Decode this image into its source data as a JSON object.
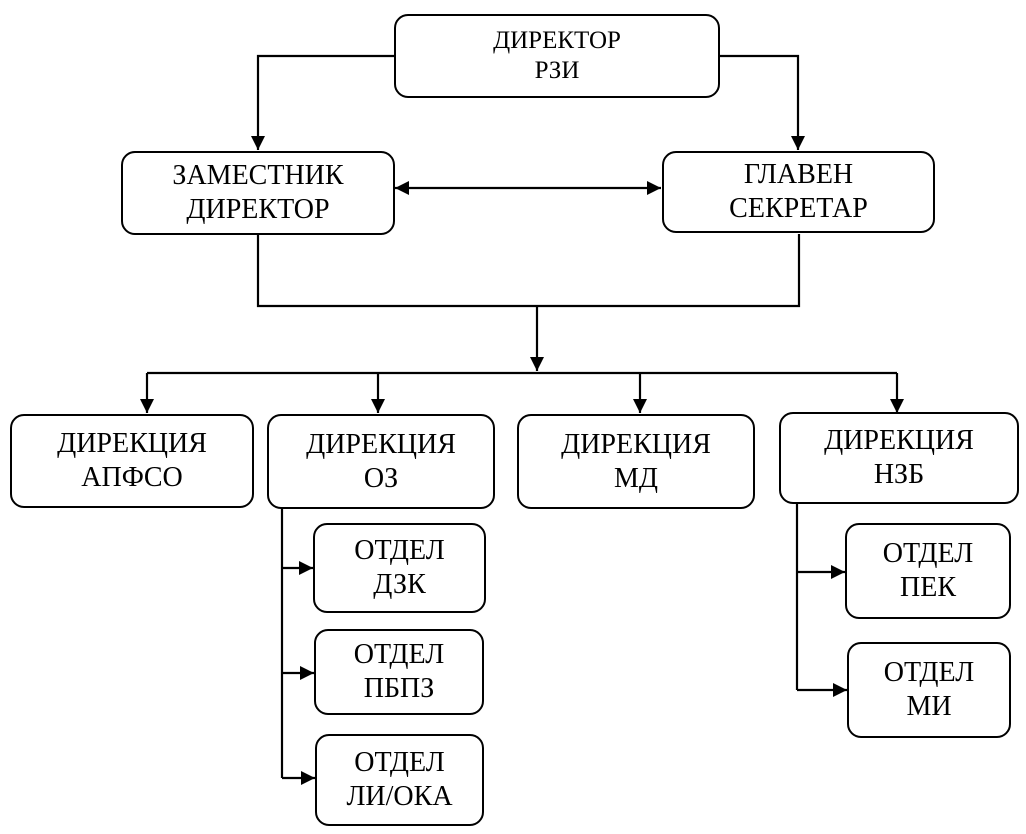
{
  "diagram": {
    "type": "org-chart",
    "language": "bg",
    "line_color": "#000000",
    "nodes": {
      "director": {
        "line1": "ДИРЕКТОР",
        "line2": "РЗИ"
      },
      "deputy_director": {
        "line1": "ЗАМЕСТНИК",
        "line2": "ДИРЕКТОР"
      },
      "chief_secretary": {
        "line1": "ГЛАВЕН",
        "line2": "СЕКРЕТАР"
      },
      "directorates": [
        {
          "id": "apfso",
          "line1": "ДИРЕКЦИЯ",
          "line2": "АПФСО",
          "departments": []
        },
        {
          "id": "oz",
          "line1": "ДИРЕКЦИЯ",
          "line2": "ОЗ",
          "departments": [
            {
              "id": "dzk",
              "line1": "ОТДЕЛ",
              "line2": "ДЗК"
            },
            {
              "id": "pbpz",
              "line1": "ОТДЕЛ",
              "line2": "ПБПЗ"
            },
            {
              "id": "li-oka",
              "line1": "ОТДЕЛ",
              "line2": "ЛИ/ОКА"
            }
          ]
        },
        {
          "id": "md",
          "line1": "ДИРЕКЦИЯ",
          "line2": "МД",
          "departments": []
        },
        {
          "id": "nzb",
          "line1": "ДИРЕКЦИЯ",
          "line2": "НЗБ",
          "departments": [
            {
              "id": "pek",
              "line1": "ОТДЕЛ",
              "line2": "ПЕК"
            },
            {
              "id": "mi",
              "line1": "ОТДЕЛ",
              "line2": "МИ"
            }
          ]
        }
      ]
    },
    "edges": [
      {
        "from": "director",
        "to": "deputy_director",
        "arrow": "end"
      },
      {
        "from": "director",
        "to": "chief_secretary",
        "arrow": "end"
      },
      {
        "from": "deputy_director",
        "to": "chief_secretary",
        "arrow": "both"
      },
      {
        "from": "deputy_director+chief_secretary",
        "to": "directorates",
        "arrow": "end"
      },
      {
        "from": "oz",
        "to": "dzk",
        "arrow": "end"
      },
      {
        "from": "oz",
        "to": "pbpz",
        "arrow": "end"
      },
      {
        "from": "oz",
        "to": "li-oka",
        "arrow": "end"
      },
      {
        "from": "nzb",
        "to": "pek",
        "arrow": "end"
      },
      {
        "from": "nzb",
        "to": "mi",
        "arrow": "end"
      }
    ]
  }
}
